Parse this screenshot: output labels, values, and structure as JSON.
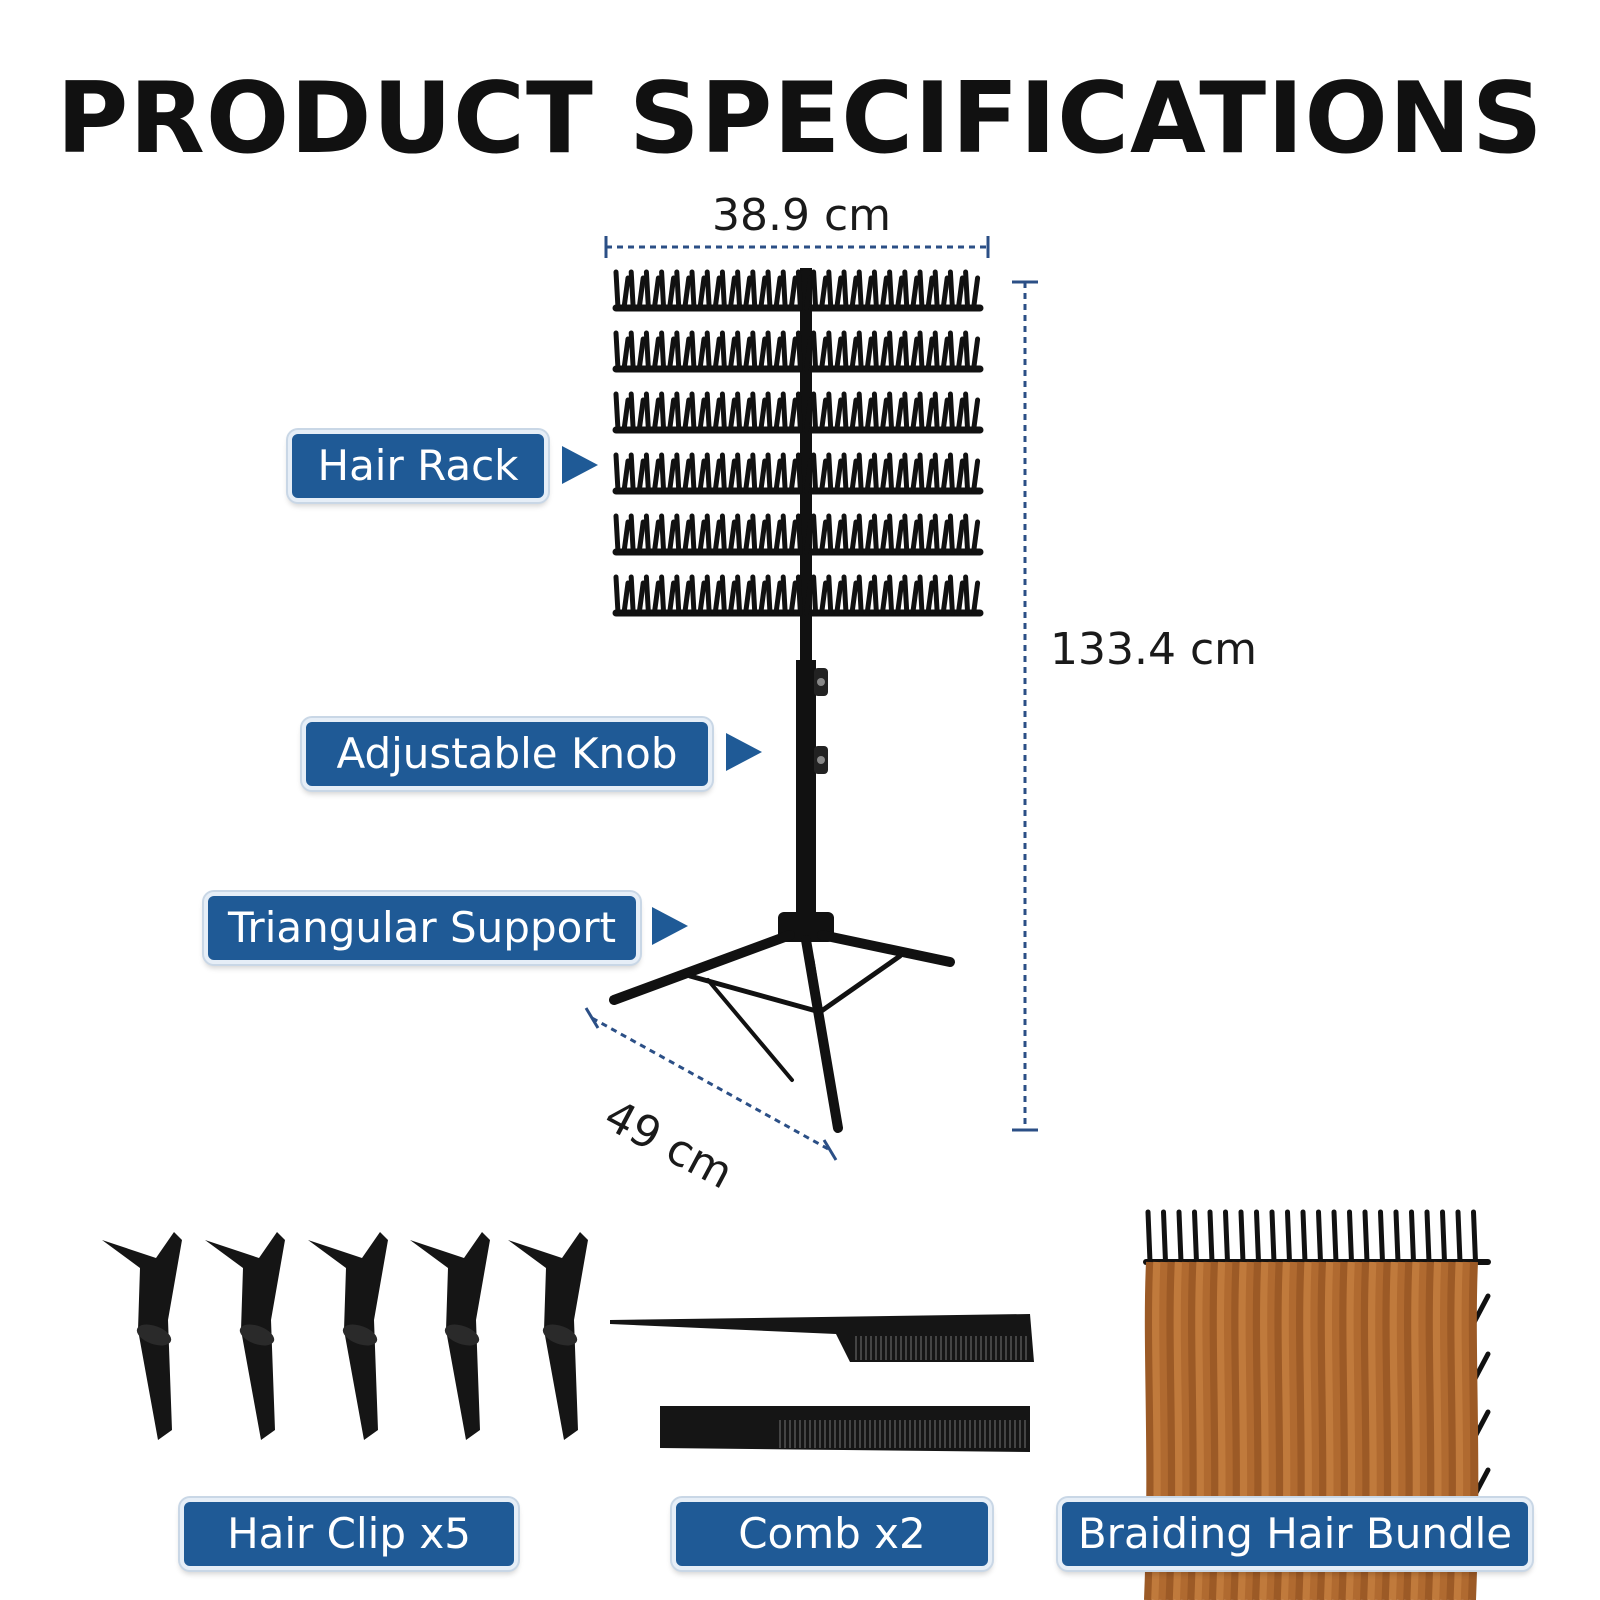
{
  "title": "PRODUCT SPECIFICATIONS",
  "dimensions": {
    "width": "38.9 cm",
    "height": "133.4 cm",
    "base": "49 cm"
  },
  "callouts": {
    "hair_rack": "Hair Rack",
    "adjustable_knob": "Adjustable Knob",
    "triangular_support": "Triangular Support"
  },
  "accessories": {
    "hair_clip": "Hair Clip x5",
    "comb": "Comb x2",
    "braiding_hair": "Braiding Hair Bundle"
  },
  "colors": {
    "accent": "#1f5a96",
    "rack": "#111111",
    "hair": "#b8733a"
  },
  "icons": [
    "hair-rack-icon",
    "tripod-icon",
    "hair-clip-icon",
    "comb-icon",
    "braiding-hair-icon"
  ]
}
